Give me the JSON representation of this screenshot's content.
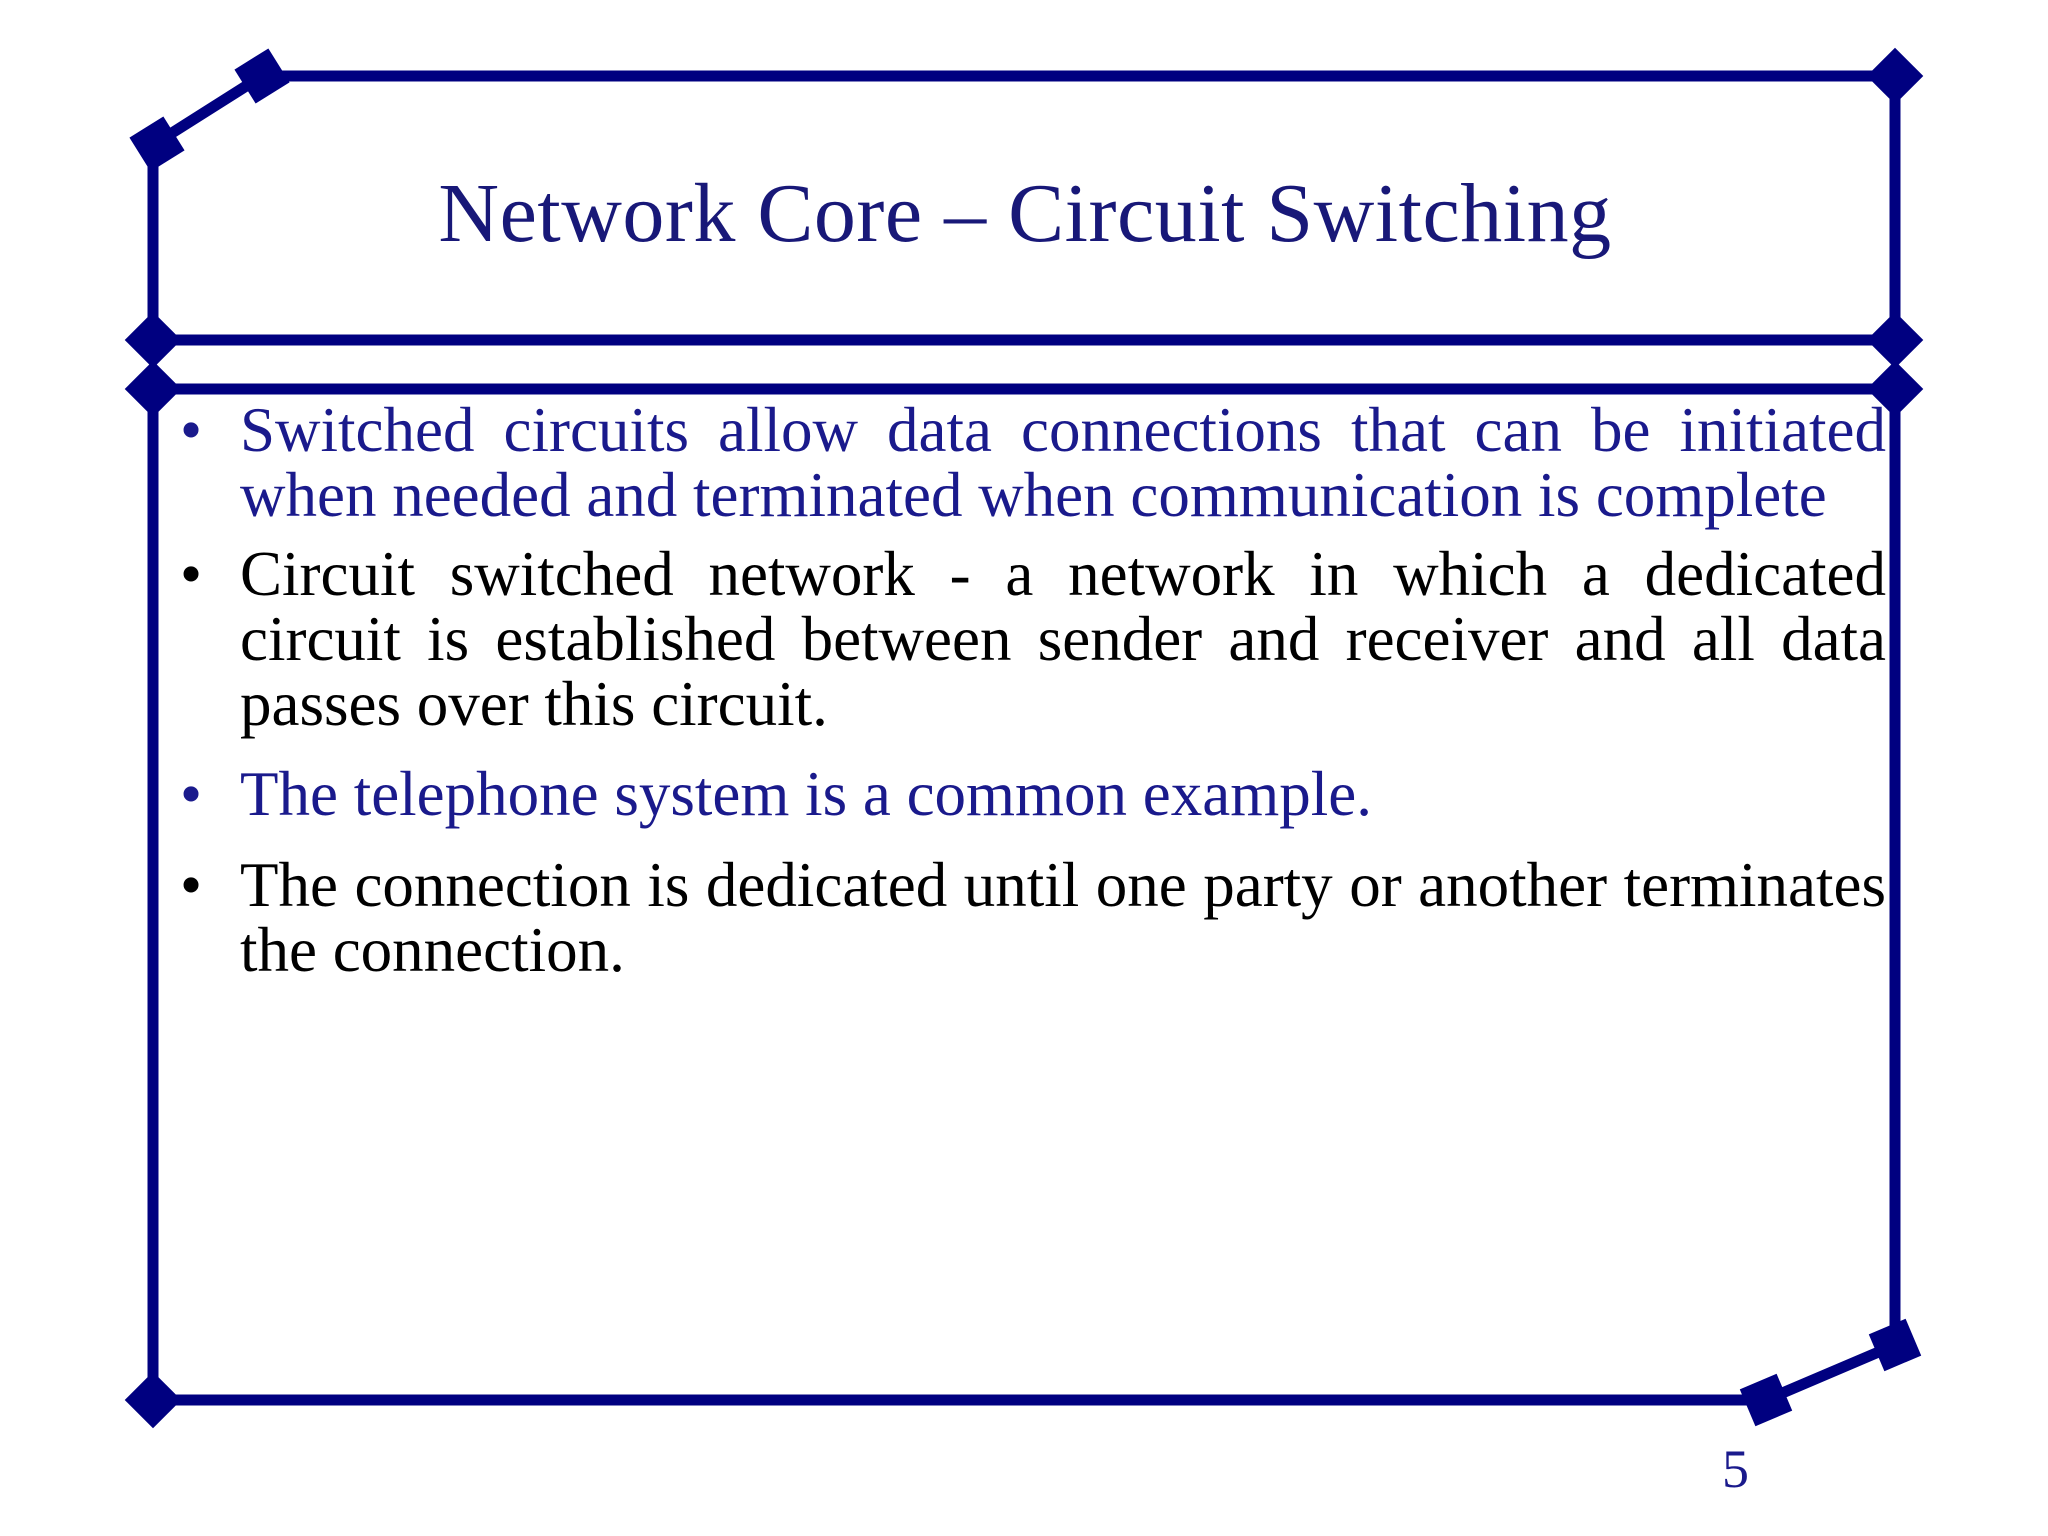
{
  "slide": {
    "title": "Network Core – Circuit Switching",
    "page_number": "5",
    "bullet_marker": "•",
    "colors": {
      "border": "#000080",
      "title_text": "#181878",
      "blue_text": "#1a1a8c",
      "black_text": "#000000",
      "background": "#ffffff"
    },
    "bullets": [
      {
        "text": "Switched circuits allow data connections that can be initiated when needed and terminated when communication is complete",
        "color": "blue"
      },
      {
        "text": "Circuit switched network - a network in which a dedicated circuit is established between sender and receiver and all data passes over this circuit.",
        "color": "black"
      },
      {
        "text": "The telephone system is a common example.",
        "color": "blue"
      },
      {
        "text": "The connection is dedicated until one party or another terminates the connection.",
        "color": "black"
      }
    ]
  }
}
